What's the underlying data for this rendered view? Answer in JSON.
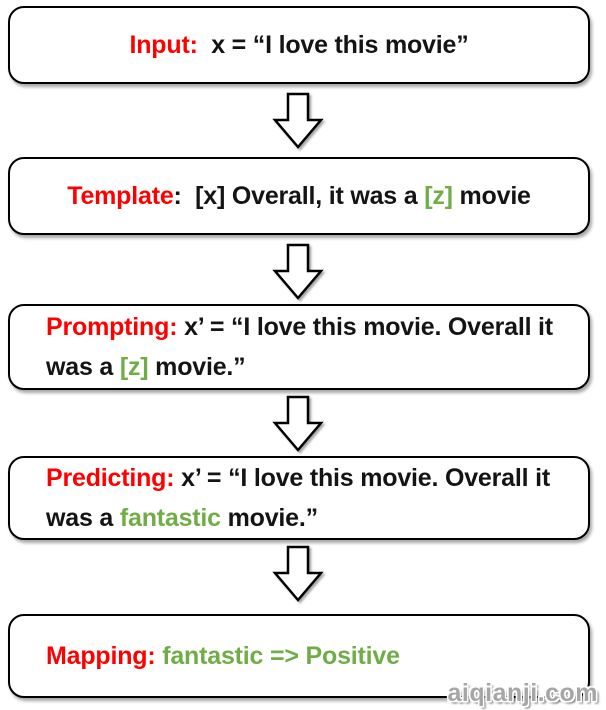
{
  "colors": {
    "red": "#ff0000",
    "green": "#70ad47",
    "text": "#141414",
    "watermark": "#a6a6a6"
  },
  "watermark": {
    "text": "aiqianji.com"
  },
  "steps": [
    {
      "id": "input",
      "lines": [
        {
          "segments": [
            {
              "t": "Input:",
              "c": "red"
            },
            {
              "t": "  x = “I love this movie”",
              "c": "text"
            }
          ]
        }
      ]
    },
    {
      "id": "template",
      "lines": [
        {
          "segments": [
            {
              "t": "Template",
              "c": "red"
            },
            {
              "t": ":  [x] Overall, it was a ",
              "c": "text"
            },
            {
              "t": "[z]",
              "c": "green"
            },
            {
              "t": " movie",
              "c": "text"
            }
          ]
        }
      ]
    },
    {
      "id": "prompting",
      "lines": [
        {
          "segments": [
            {
              "t": "Prompting:",
              "c": "red"
            },
            {
              "t": " x’ = “I love this movie. Overall it",
              "c": "text"
            }
          ]
        },
        {
          "segments": [
            {
              "t": "was a ",
              "c": "text"
            },
            {
              "t": "[z]",
              "c": "green"
            },
            {
              "t": " movie.”",
              "c": "text"
            }
          ]
        }
      ]
    },
    {
      "id": "predicting",
      "lines": [
        {
          "segments": [
            {
              "t": "Predicting:",
              "c": "red"
            },
            {
              "t": " x’ = “I love this movie. Overall it",
              "c": "text"
            }
          ]
        },
        {
          "segments": [
            {
              "t": "was a ",
              "c": "text"
            },
            {
              "t": "fantastic",
              "c": "green"
            },
            {
              "t": " movie.”",
              "c": "text"
            }
          ]
        }
      ]
    },
    {
      "id": "mapping",
      "lines": [
        {
          "segments": [
            {
              "t": "Mapping:",
              "c": "red"
            },
            {
              "t": " fantastic => Positive",
              "c": "green"
            }
          ]
        }
      ]
    }
  ]
}
